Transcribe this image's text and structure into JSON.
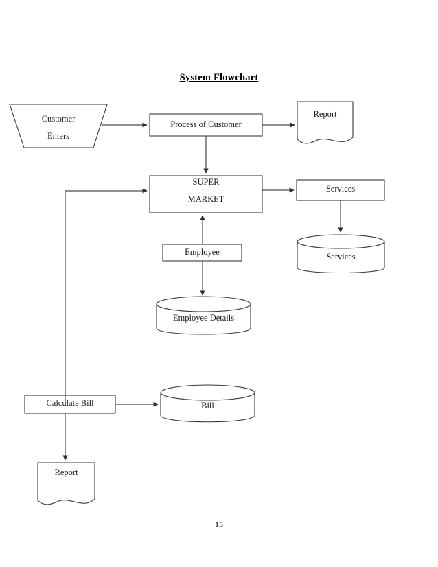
{
  "document": {
    "title": "System Flowchart",
    "page_number": "15"
  },
  "colors": {
    "stroke": "#3a3a3a",
    "connector": "#4a4a4a",
    "text": "#1a1a1a",
    "background": "#ffffff"
  },
  "nodes": {
    "customer_enters": {
      "label_line1": "Customer",
      "label_line2": "Enters",
      "shape": "trapezoid"
    },
    "process_of_customer": {
      "label": "Process of Customer",
      "shape": "rectangle"
    },
    "report_top": {
      "label": "Report",
      "shape": "document"
    },
    "super_market": {
      "label_line1": "SUPER",
      "label_line2": "MARKET",
      "shape": "rectangle"
    },
    "services_box": {
      "label": "Services",
      "shape": "rectangle"
    },
    "services_db": {
      "label": "Services",
      "shape": "cylinder"
    },
    "employee_box": {
      "label": "Employee",
      "shape": "rectangle"
    },
    "employee_details_db": {
      "label": "Employee Details",
      "shape": "cylinder"
    },
    "calculate_bill": {
      "label": "Calculate Bill",
      "shape": "rectangle"
    },
    "bill_db": {
      "label": "Bill",
      "shape": "cylinder"
    },
    "report_bottom": {
      "label": "Report",
      "shape": "document"
    }
  },
  "edges": [
    {
      "from": "customer_enters",
      "to": "process_of_customer",
      "direction": "right"
    },
    {
      "from": "process_of_customer",
      "to": "report_top",
      "direction": "right"
    },
    {
      "from": "process_of_customer",
      "to": "super_market",
      "direction": "down"
    },
    {
      "from": "super_market",
      "to": "services_box",
      "direction": "right"
    },
    {
      "from": "services_box",
      "to": "services_db",
      "direction": "down"
    },
    {
      "from": "employee_box",
      "to": "super_market",
      "direction": "up"
    },
    {
      "from": "employee_box",
      "to": "employee_details_db",
      "direction": "down"
    },
    {
      "from": "calculate_bill",
      "to": "super_market",
      "direction": "up-left-loop"
    },
    {
      "from": "calculate_bill",
      "to": "bill_db",
      "direction": "right"
    },
    {
      "from": "calculate_bill",
      "to": "report_bottom",
      "direction": "down"
    }
  ]
}
